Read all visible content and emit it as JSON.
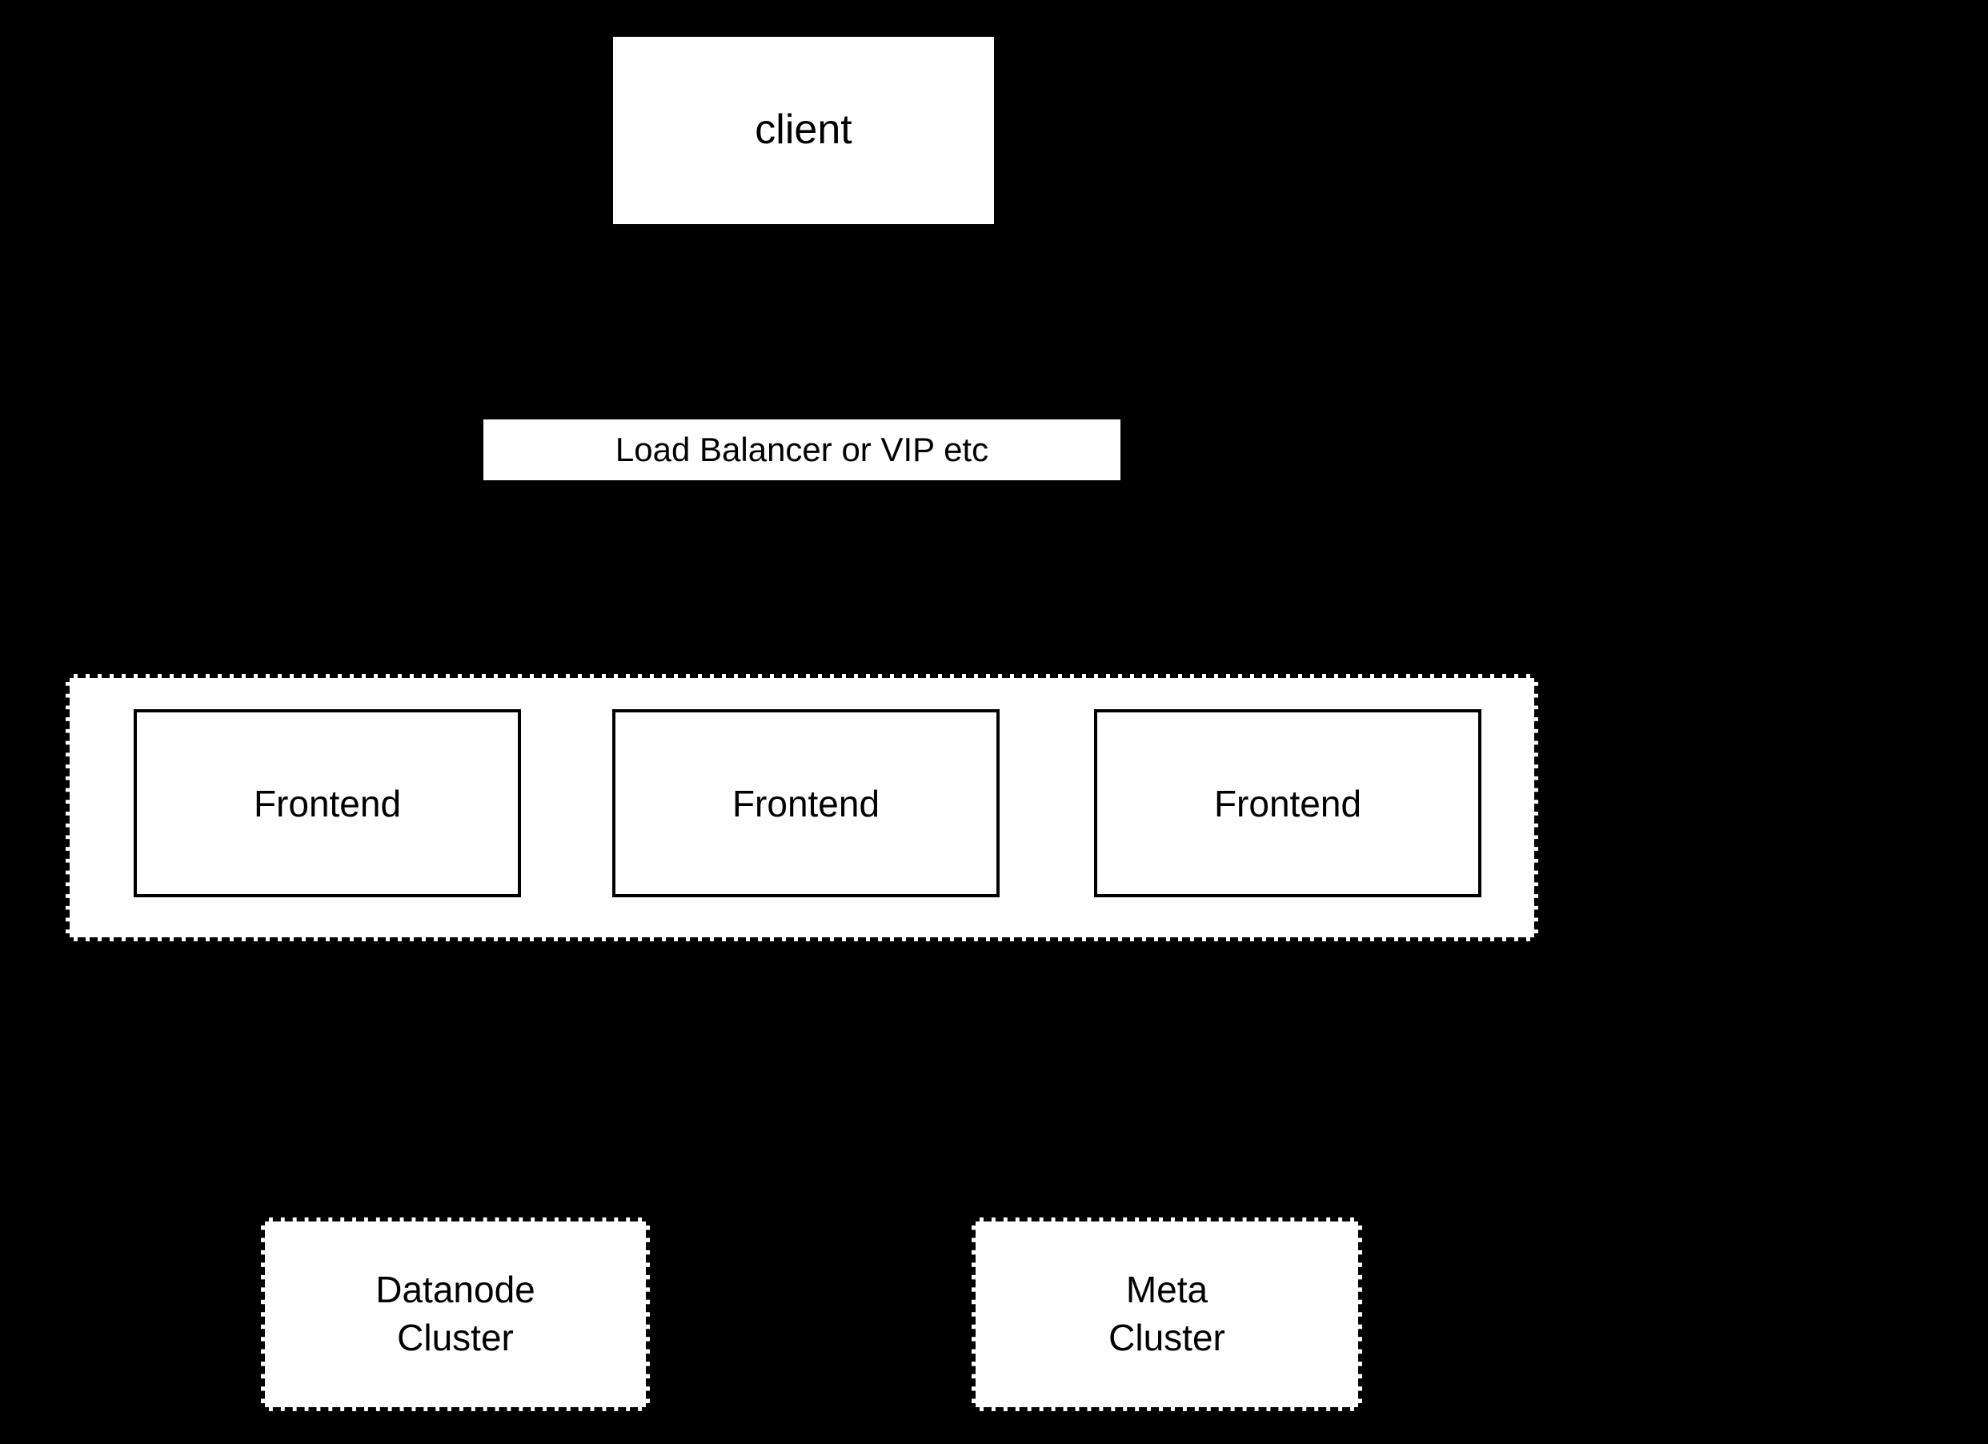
{
  "diagram": {
    "background_color": "#000000",
    "box_fill_color": "#ffffff",
    "stroke_color": "#000000",
    "client": {
      "label": "client"
    },
    "load_balancer": {
      "label": "Load Balancer or VIP etc"
    },
    "frontend_group": {
      "border_style": "dashed",
      "nodes": [
        {
          "label": "Frontend"
        },
        {
          "label": "Frontend"
        },
        {
          "label": "Frontend"
        }
      ]
    },
    "clusters": [
      {
        "line1": "Datanode",
        "line2": "Cluster",
        "border_style": "dashed"
      },
      {
        "line1": "Meta",
        "line2": "Cluster",
        "border_style": "dashed"
      }
    ]
  }
}
